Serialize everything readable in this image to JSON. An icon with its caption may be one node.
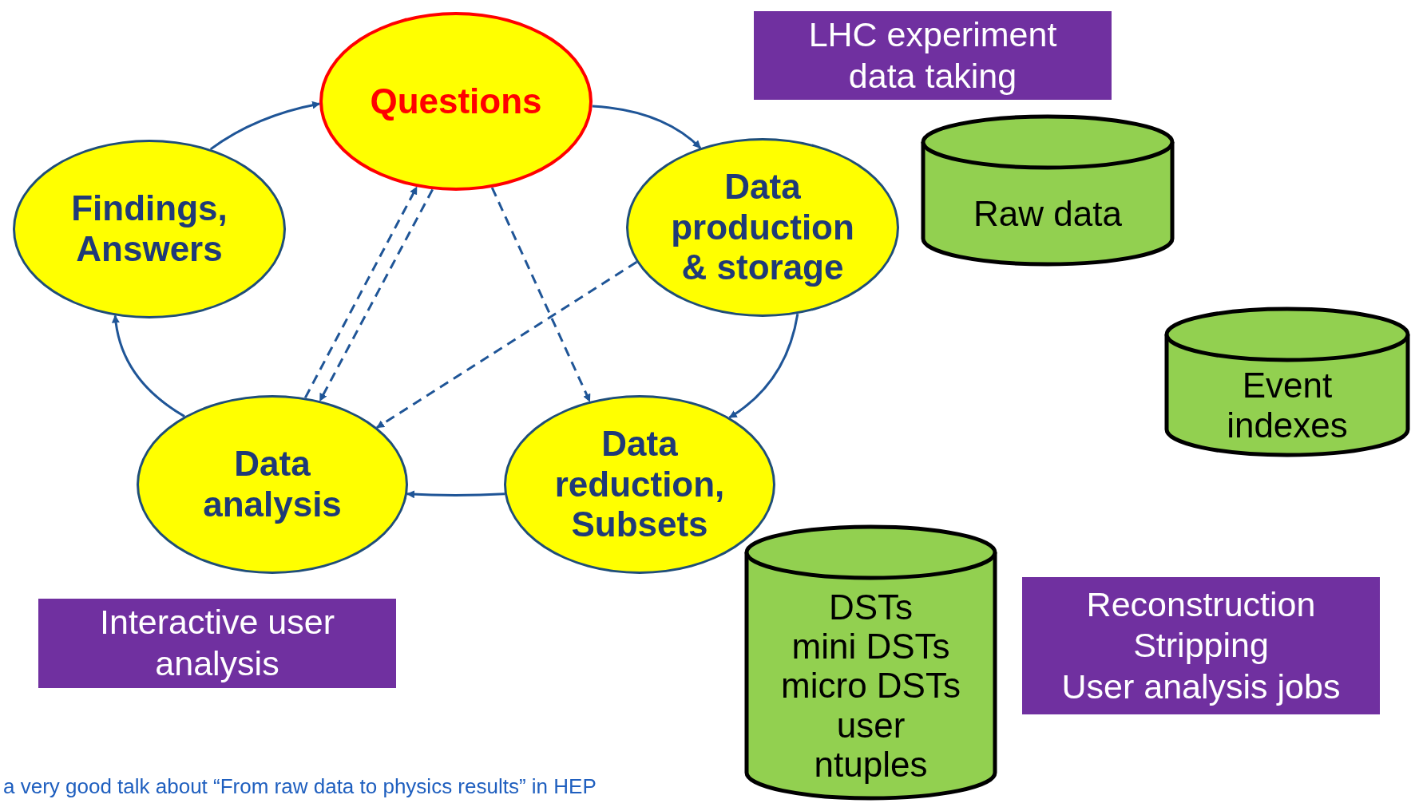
{
  "diagram": {
    "nodes": [
      {
        "text": [
          "Questions"
        ]
      },
      {
        "text": [
          "Data production & storage"
        ]
      },
      {
        "text": [
          "Data reduction, Subsets"
        ]
      },
      {
        "text": [
          "Data analysis"
        ]
      },
      {
        "text": [
          "Findings, Answers"
        ]
      },
      {
        "text": [
          "LHC experiment data taking"
        ]
      },
      {
        "text": [
          "Raw data"
        ]
      },
      {
        "text": [
          "Event indexes"
        ]
      },
      {
        "text": [
          "DSTs",
          "mini DSTs",
          "micro DSTs",
          "user ntuples"
        ]
      },
      {
        "text": [
          "Interactive user analysis"
        ]
      },
      {
        "text": [
          "Reconstruction",
          "Stripping",
          "User analysis jobs"
        ]
      }
    ],
    "edges": [
      {
        "from": 0,
        "to": 1,
        "arrow": "to"
      },
      {
        "from": 1,
        "to": 2,
        "arrow": "to"
      },
      {
        "from": 2,
        "to": 3,
        "arrow": "to"
      },
      {
        "from": 3,
        "to": 4,
        "arrow": "to"
      },
      {
        "from": 4,
        "to": 0,
        "arrow": "to"
      },
      {
        "from": 0,
        "to": 2,
        "arrow": "to",
        "style": "dashed"
      },
      {
        "from": 1,
        "to": 3,
        "arrow": "to",
        "style": "dashed"
      },
      {
        "from": 3,
        "to": 0,
        "arrow": "to",
        "style": "dashed"
      },
      {
        "from": 0,
        "to": 3,
        "arrow": "to",
        "style": "dashed"
      }
    ],
    "labels": [
      "a very good talk about “From raw data to physics results” in HEP"
    ]
  }
}
